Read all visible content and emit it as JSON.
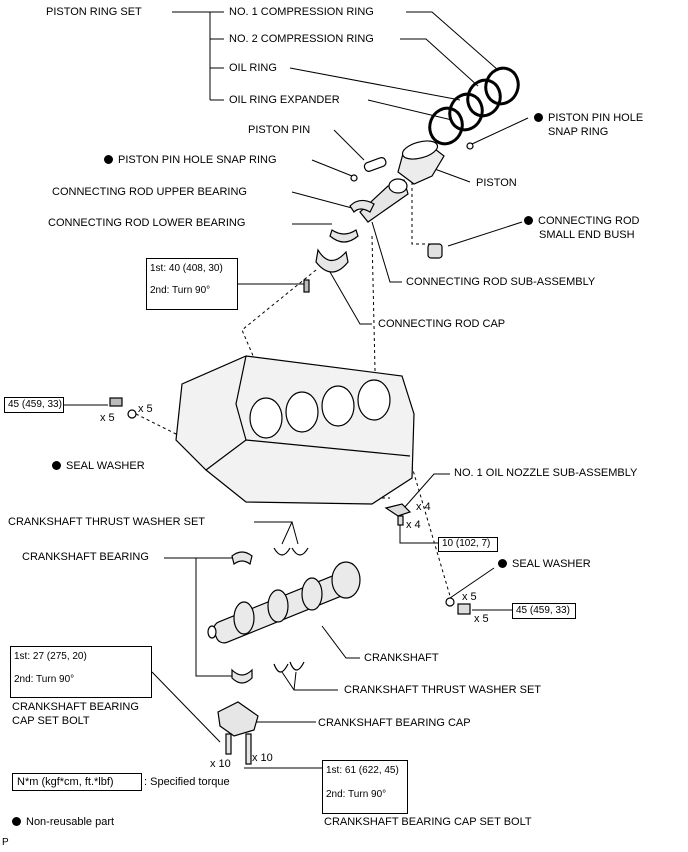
{
  "labels": {
    "piston_ring_set": "PISTON RING SET",
    "no1_ring": "NO. 1 COMPRESSION RING",
    "no2_ring": "NO. 2 COMPRESSION RING",
    "oil_ring": "OIL RING",
    "oil_ring_expander": "OIL RING EXPANDER",
    "piston_pin": "PISTON PIN",
    "snap_ring_left": "PISTON PIN HOLE SNAP RING",
    "snap_ring_right_1": "PISTON PIN HOLE",
    "snap_ring_right_2": "SNAP RING",
    "piston": "PISTON",
    "upper_bearing": "CONNECTING ROD UPPER BEARING",
    "lower_bearing": "CONNECTING ROD LOWER BEARING",
    "small_end_bush_1": "CONNECTING ROD",
    "small_end_bush_2": "SMALL END BUSH",
    "rod_sub_assembly": "CONNECTING ROD SUB-ASSEMBLY",
    "rod_cap": "CONNECTING ROD CAP",
    "seal_washer_left": "SEAL WASHER",
    "oil_nozzle": "NO. 1 OIL NOZZLE SUB-ASSEMBLY",
    "thrust_washer_top": "CRANKSHAFT THRUST WASHER SET",
    "crankshaft_bearing": "CRANKSHAFT BEARING",
    "seal_washer_right": "SEAL WASHER",
    "crankshaft": "CRANKSHAFT",
    "thrust_washer_bottom": "CRANKSHAFT THRUST WASHER SET",
    "bearing_cap": "CRANKSHAFT BEARING CAP",
    "cap_bolt_left_1": "CRANKSHAFT BEARING",
    "cap_bolt_left_2": "CAP SET BOLT",
    "cap_bolt_bottom": "CRANKSHAFT BEARING CAP SET BOLT",
    "specified_torque": ": Specified torque",
    "non_reusable": "Non-reusable part",
    "corner": "P"
  },
  "quantities": {
    "x5_a": "x 5",
    "x5_b": "x 5",
    "x4_a": "x 4",
    "x4_b": "x 4",
    "x5_c": "x 5",
    "x5_d": "x 5",
    "x10_a": "x 10",
    "x10_b": "x 10"
  },
  "torque": {
    "rod_cap_1st": "1st: 40 (408, 30)",
    "rod_cap_2nd": "2nd: Turn 90°",
    "left_bolt": "45 (459, 33)",
    "oil_nozzle": "10 (102, 7)",
    "right_bolt": "45 (459, 33)",
    "cap_left_1st": "1st: 27 (275, 20)",
    "cap_left_2nd": "2nd: Turn 90°",
    "cap_bottom_1st": "1st: 61 (622, 45)",
    "cap_bottom_2nd": "2nd: Turn 90°",
    "legend_units": "N*m (kgf*cm, ft.*lbf)"
  },
  "colors": {
    "ink": "#000000",
    "paper": "#ffffff",
    "shade": "#d9d9d9"
  }
}
